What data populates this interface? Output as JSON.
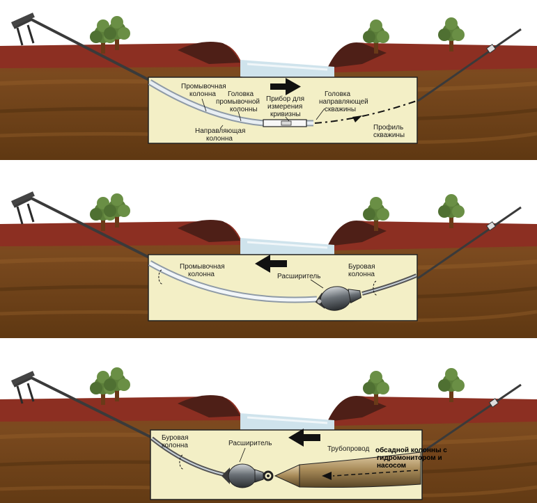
{
  "colors": {
    "sky": "#ffffff",
    "soil_top": "#8c3a22",
    "soil_mid": "#7a4a1e",
    "soil_deep": "#6b3f14",
    "grass": "#6d2b1f",
    "water": "#cfe3ec",
    "panel": "#f3efc6",
    "pipe": "#e8eef3",
    "tree": "#5c7f3a",
    "trunk": "#6a3a18"
  },
  "icons": [
    "drilling-rig-icon",
    "tree-icon",
    "arrow-right-icon",
    "arrow-left-icon",
    "reamer-icon",
    "swivel-icon"
  ],
  "panels": [
    {
      "labels": {
        "washpipe": [
          "Промывочная",
          "колонна"
        ],
        "washpipe_head": [
          "Головка",
          "промывочной",
          "колонны"
        ],
        "instrument": [
          "Прибор для",
          "измерения",
          "кривизны"
        ],
        "pilot_head": [
          "Головка",
          "направляющей",
          "скважины"
        ],
        "pilot_string": [
          "Направляющая",
          "колонна"
        ],
        "bore_profile": [
          "Профиль",
          "скважины"
        ]
      }
    },
    {
      "labels": {
        "washpipe": [
          "Промывочная",
          "колонна"
        ],
        "drill_string": [
          "Буровая",
          "колонна"
        ],
        "reamer": "Расширитель"
      }
    },
    {
      "labels": {
        "drill_string": [
          "Буровая",
          "колонна"
        ],
        "reamer": "Расширитель",
        "pipeline": "Трубопровод",
        "casing_note": [
          "обсадной колонны с",
          "гидромонитором и",
          "насосом"
        ]
      }
    }
  ]
}
